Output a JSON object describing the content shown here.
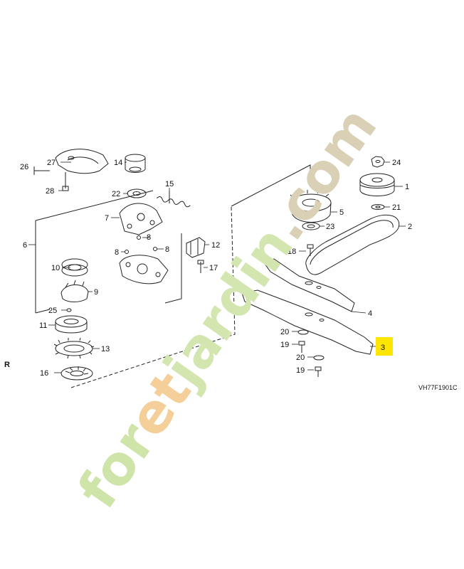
{
  "diagram": {
    "code": "VH77F1901C",
    "corner_mark": "R",
    "highlight_color": "#ffe600",
    "watermark": {
      "segments": [
        {
          "text": "for",
          "color": "#cfe4a8"
        },
        {
          "text": "et",
          "color": "#f4cf9a"
        },
        {
          "text": "jardin",
          "color": "#d3e6b0"
        },
        {
          "text": ".com",
          "color": "#dad0b6"
        }
      ]
    },
    "callouts": [
      {
        "number": "1",
        "part": "pulley",
        "highlighted": false
      },
      {
        "number": "2",
        "part": "belt",
        "highlighted": false
      },
      {
        "number": "3",
        "part": "lower-blade",
        "highlighted": true
      },
      {
        "number": "4",
        "part": "upper-blade",
        "highlighted": false
      },
      {
        "number": "5",
        "part": "clutch-assembly",
        "highlighted": false
      },
      {
        "number": "6",
        "part": "brake-assembly",
        "highlighted": false
      },
      {
        "number": "7",
        "part": "brake-arm-plate",
        "highlighted": false
      },
      {
        "number": "8",
        "part": "pin",
        "highlighted": false
      },
      {
        "number": "8",
        "part": "pin",
        "highlighted": false
      },
      {
        "number": "8",
        "part": "pin",
        "highlighted": false
      },
      {
        "number": "9",
        "part": "spring-holder",
        "highlighted": false
      },
      {
        "number": "10",
        "part": "brake-ring",
        "highlighted": false
      },
      {
        "number": "11",
        "part": "bearing-ring",
        "highlighted": false
      },
      {
        "number": "12",
        "part": "cable-bracket",
        "highlighted": false
      },
      {
        "number": "13",
        "part": "gear-ring",
        "highlighted": false
      },
      {
        "number": "14",
        "part": "bushing",
        "highlighted": false
      },
      {
        "number": "15",
        "part": "tension-spring",
        "highlighted": false
      },
      {
        "number": "16",
        "part": "lock-washer",
        "highlighted": false
      },
      {
        "number": "17",
        "part": "bolt",
        "highlighted": false
      },
      {
        "number": "18",
        "part": "bolt",
        "highlighted": false
      },
      {
        "number": "19",
        "part": "blade-bolt",
        "highlighted": false
      },
      {
        "number": "19",
        "part": "blade-bolt",
        "highlighted": false
      },
      {
        "number": "20",
        "part": "washer",
        "highlighted": false
      },
      {
        "number": "20",
        "part": "washer",
        "highlighted": false
      },
      {
        "number": "21",
        "part": "washer",
        "highlighted": false
      },
      {
        "number": "22",
        "part": "bearing",
        "highlighted": false
      },
      {
        "number": "23",
        "part": "bearing",
        "highlighted": false
      },
      {
        "number": "24",
        "part": "nut",
        "highlighted": false
      },
      {
        "number": "25",
        "part": "pin",
        "highlighted": false
      },
      {
        "number": "26",
        "part": "plate-assembly",
        "highlighted": false
      },
      {
        "number": "27",
        "part": "cover-plate",
        "highlighted": false
      },
      {
        "number": "28",
        "part": "screw",
        "highlighted": false
      }
    ]
  }
}
